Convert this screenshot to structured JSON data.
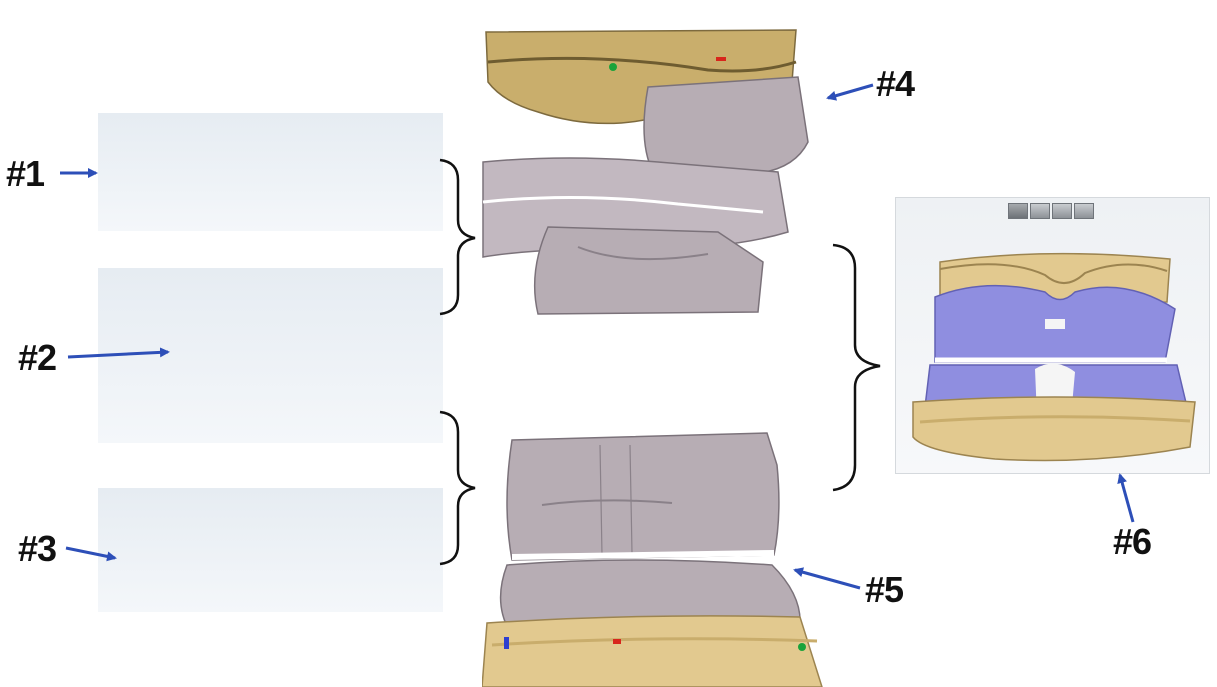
{
  "labels": {
    "l1": "#1",
    "l2": "#2",
    "l3": "#3",
    "l4": "#4",
    "l5": "#5",
    "l6": "#6"
  },
  "colors": {
    "stone": "#e2c98f",
    "stone_dark": "#9c8450",
    "scan_gray": "#b7adb4",
    "scan_gray_dark": "#7b727a",
    "scan_blue": "#8f8ee0",
    "arrow": "#2d4fb8",
    "bracket": "#111111",
    "marker_green": "#1aa33a",
    "marker_red": "#d8261c",
    "marker_blue": "#2d3fd0"
  },
  "toolbar": {
    "buttons": [
      "view-front-icon",
      "view-side-icon",
      "view-top-icon",
      "view-rotate-icon"
    ]
  }
}
